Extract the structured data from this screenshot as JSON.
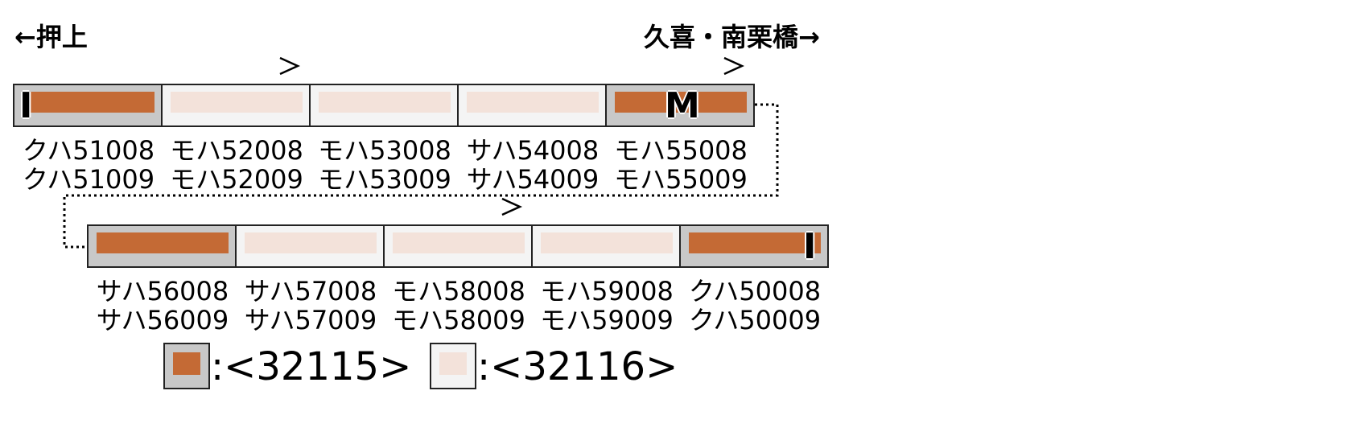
{
  "header": {
    "left_dest": "←押上",
    "right_dest": "久喜・南栗橋→"
  },
  "colors": {
    "dark_stripe": "#c46a35",
    "dark_body": "#c8c8c8",
    "light_stripe": "#f3e2da",
    "light_body": "#f4f4f4",
    "outline": "#222222"
  },
  "rows": [
    {
      "cars": [
        {
          "type": "dark",
          "mark": "I",
          "mark_side": "left",
          "pantograph": false,
          "numbers": [
            "クハ51008",
            "クハ51009"
          ]
        },
        {
          "type": "light",
          "mark": "",
          "pantograph": true,
          "numbers": [
            "モハ52008",
            "モハ52009"
          ]
        },
        {
          "type": "light",
          "mark": "",
          "pantograph": false,
          "numbers": [
            "モハ53008",
            "モハ53009"
          ]
        },
        {
          "type": "light",
          "mark": "",
          "pantograph": false,
          "numbers": [
            "サハ54008",
            "サハ54009"
          ]
        },
        {
          "type": "dark",
          "mark": "M",
          "mark_side": "center",
          "pantograph": true,
          "numbers": [
            "モハ55008",
            "モハ55009"
          ]
        }
      ]
    },
    {
      "cars": [
        {
          "type": "dark",
          "mark": "",
          "pantograph": false,
          "numbers": [
            "サハ56008",
            "サハ56009"
          ]
        },
        {
          "type": "light",
          "mark": "",
          "pantograph": false,
          "numbers": [
            "サハ57008",
            "サハ57009"
          ]
        },
        {
          "type": "light",
          "mark": "",
          "pantograph": true,
          "numbers": [
            "モハ58008",
            "モハ58009"
          ]
        },
        {
          "type": "light",
          "mark": "",
          "pantograph": false,
          "numbers": [
            "モハ59008",
            "モハ59009"
          ]
        },
        {
          "type": "dark",
          "mark": "I",
          "mark_side": "right",
          "pantograph": false,
          "numbers": [
            "クハ50008",
            "クハ50009"
          ]
        }
      ]
    }
  ],
  "legend": [
    {
      "type": "dark",
      "text": ":<32115>"
    },
    {
      "type": "light",
      "text": ":<32116>"
    }
  ]
}
